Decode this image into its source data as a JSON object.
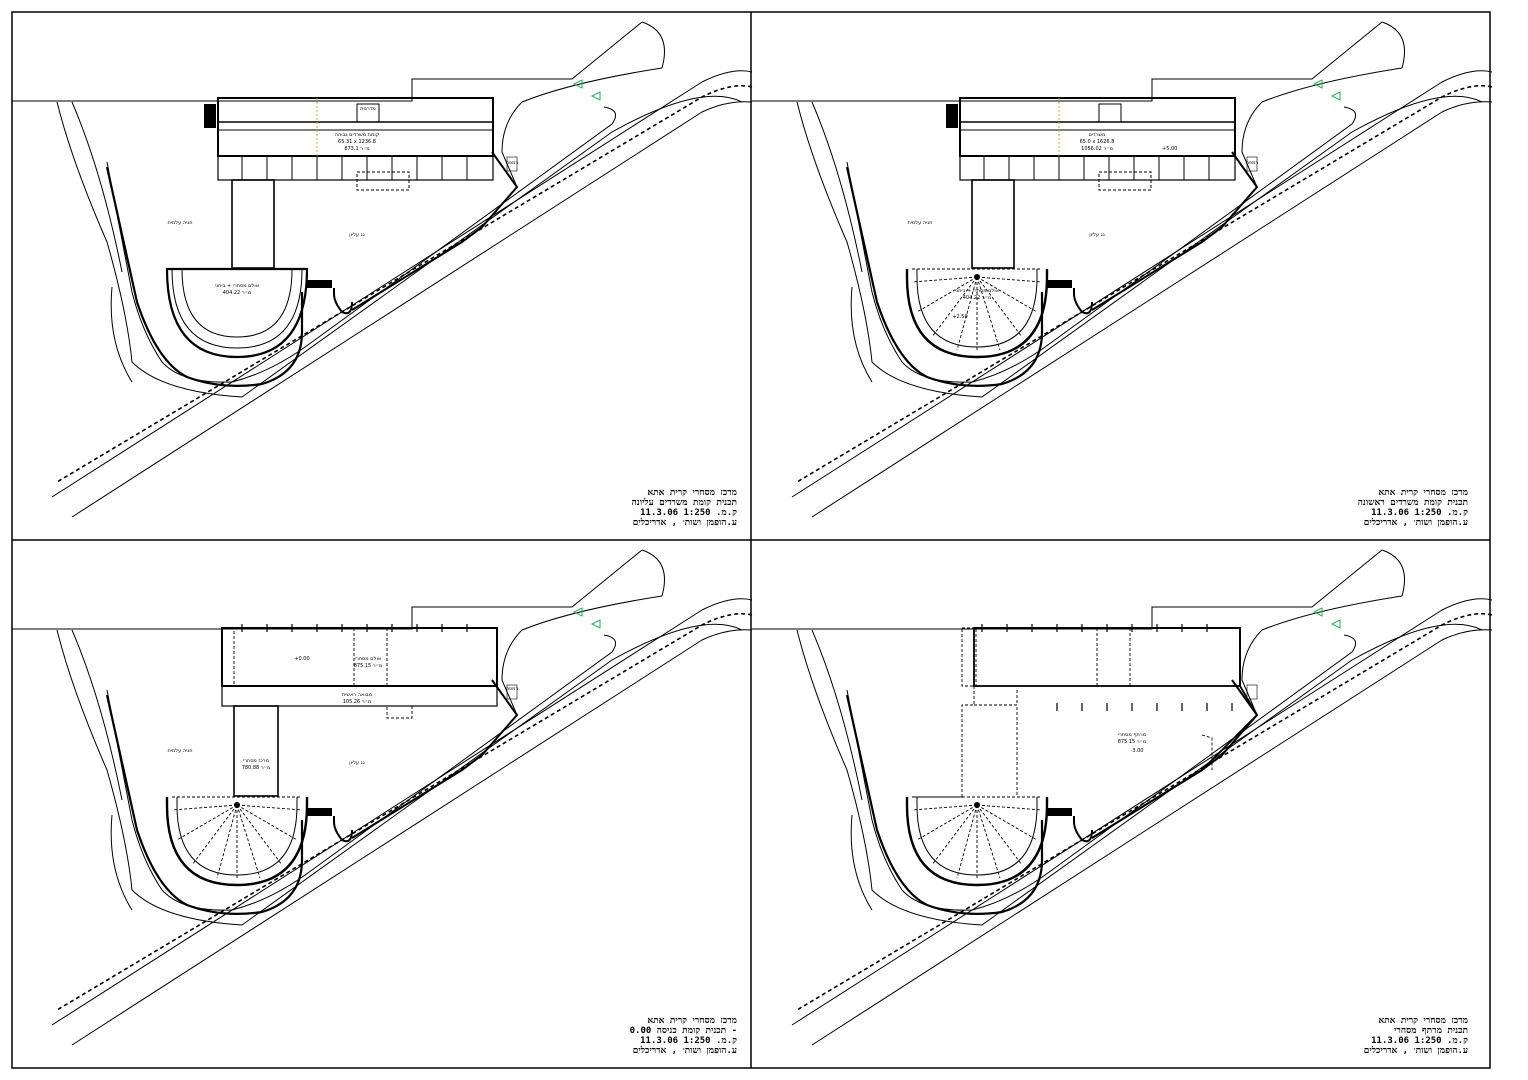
{
  "sheet": {
    "panels": [
      {
        "id": "top-left",
        "title_block": [
          "מרכז מסחרי קרית אתא",
          "תכנית קומת משרדים עליונה",
          "ק.מ. 1:250   11.3.06",
          "ע.הופמן ושות׳ , אדריכלים"
        ],
        "labels": {
          "office_hall": "קומת משרדים גבוהה",
          "office_area": "65.31 x 1236.8",
          "office_area2": "מ״ר 873.1",
          "stair_top": "מדרגות",
          "dome": "אולם מסחרי + ביתני",
          "dome_area": "מ״ר 404.22",
          "yard": "גג עליון",
          "parking": "חניה עלמית",
          "side": "רמפה"
        }
      },
      {
        "id": "top-right",
        "title_block": [
          "מרכז מסחרי קרית אתא",
          "תכנית קומת משרדים ראשונה",
          "ק.מ. 1:250   11.3.06",
          "ע.הופמן ושות׳ , אדריכלים"
        ],
        "labels": {
          "office_hall": "משרדים",
          "office_area": "65.0 x 1626.8",
          "office_area2": "מ״ר 1056.02",
          "level": "+5.00",
          "dome": "אולם מסחרי + ביתני",
          "dome_area": "מ״ר 404.22",
          "dome_level": "+2.50",
          "yard": "גג עליון",
          "parking": "חניה עלמית",
          "side": "רמפה"
        }
      },
      {
        "id": "bottom-left",
        "title_block": [
          "מרכז מסחרי קרית אתא",
          "תכנית קומת כניסה 0.00 -",
          "ק.מ. 1:250   11.3.06",
          "ע.הופמן ושות׳ , אדריכלים"
        ],
        "labels": {
          "level": "+0.00",
          "shop": "אולם מסחרי",
          "shop_area": "מ״ר 875.15",
          "lobby": "מבואה ראשית",
          "lobby_area": "מ״ר 105.26",
          "corridor": "מרכז מסחרי",
          "corridor_area": "מ״ר 780.88",
          "yard": "גג עליון",
          "parking": "חניה עלמית",
          "side": "רמפה"
        }
      },
      {
        "id": "bottom-right",
        "title_block": [
          "מרכז מסחרי קרית אתא",
          "תכנית מרתף מסחרי",
          "ק.מ. 1:250   11.3.06",
          "ע.הופמן ושות׳ , אדריכלים"
        ],
        "labels": {
          "basement": "מרתף מסחרי",
          "basement_area": "מ״ר 875.15",
          "level": "-3.00"
        }
      }
    ]
  },
  "colors": {
    "line": "#000000",
    "accent_arrow": "#22b14c",
    "accent_grid": "#d9a520"
  }
}
